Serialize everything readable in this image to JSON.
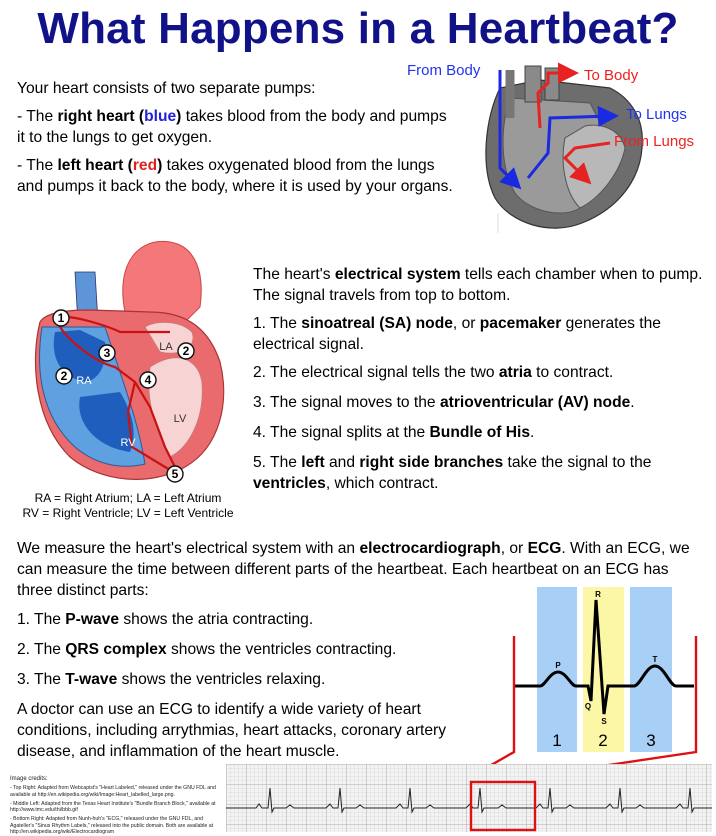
{
  "title": "What Happens in a Heartbeat?",
  "intro": {
    "lead": "Your heart consists of two separate pumps:",
    "right_prefix": "- The ",
    "right_term": "right heart",
    "right_paren_open": " (",
    "right_color": "blue",
    "right_paren_close": ")",
    "right_rest": " takes blood from the body and pumps it to the lungs to get oxygen.",
    "left_prefix": "- The ",
    "left_term": "left heart",
    "left_paren_open": " (",
    "left_color": "red",
    "left_paren_close": ")",
    "left_rest": " takes oxygenated blood from the lungs and pumps it back to the body, where it is used by your organs."
  },
  "flow_labels": {
    "from_body": "From Body",
    "to_body": "To Body",
    "to_lungs": "To Lungs",
    "from_lungs": "From Lungs"
  },
  "anatomy": {
    "chamber_labels": [
      "RA",
      "LA",
      "LV",
      "RV"
    ],
    "markers": [
      "1",
      "2",
      "3",
      "4",
      "2",
      "5"
    ],
    "legend_line1": "RA = Right Atrium; LA = Left Atrium",
    "legend_line2": "RV = Right Ventricle; LV = Left Ventricle"
  },
  "electrical": {
    "intro_1": "The heart's ",
    "intro_term": "electrical system",
    "intro_2": " tells each chamber when to pump.  The signal travels from top to bottom.",
    "steps": [
      {
        "a": "1. The ",
        "b": "sinoatreal (SA) node",
        "c": ", or ",
        "d": "pacemaker",
        "e": " generates the electrical signal."
      },
      {
        "a": "2. The electrical signal tells the two ",
        "b": "atria",
        "c": " to contract."
      },
      {
        "a": "3. The signal moves to the ",
        "b": "atrioventricular (AV) node",
        "c": "."
      },
      {
        "a": "4. The signal splits at the ",
        "b": "Bundle of His",
        "c": "."
      },
      {
        "a": "5. The ",
        "b": "left",
        "c": " and ",
        "d": "right side branches",
        "e": " take the signal to the ",
        "f": "ventricles",
        "g": ", which contract."
      }
    ]
  },
  "ecg": {
    "intro_1": "We measure the heart's electrical system with an ",
    "intro_term1": "electrocardiograph",
    "intro_2": ", or ",
    "intro_term2": "ECG",
    "intro_3": ".  With an ECG, we can measure the time between different parts of the heartbeat.  Each heartbeat on an ECG has three distinct parts:",
    "parts": [
      {
        "a": "1. The ",
        "b": "P-wave",
        "c": " shows the atria contracting."
      },
      {
        "a": "2. The ",
        "b": "QRS complex",
        "c": " shows the ventricles contracting."
      },
      {
        "a": "3. The ",
        "b": "T-wave",
        "c": " shows the ventricles relaxing."
      }
    ],
    "conclusion": "A doctor can use an ECG to identify a wide variety of heart conditions, including arrythmias, heart attacks, coronary artery disease, and inflammation of the heart muscle.",
    "wave_labels": {
      "p": "P",
      "q": "Q",
      "r": "R",
      "s": "S",
      "t": "T"
    },
    "segment_numbers": [
      "1",
      "2",
      "3"
    ],
    "colors": {
      "band1": "#a8cff5",
      "band2": "#fbf7a6",
      "band3": "#a8cff5",
      "frame": "#dd1111"
    }
  },
  "credits": {
    "heading": "Image credits:",
    "lines": [
      "- Top Right: Adapted from Webcapist's \"Heart Labeled,\" released under the GNU FDL and available at http://en.wikipedia.org/wiki/Image:Heart_labelled_large.png.",
      "- Middle Left: Adapted from the Texas Heart Institute's \"Bundle Branch Block,\" available at http://www.tmc.edu/thi/bbb.gif",
      "- Bottom Right: Adapted from Nunh-huh's \"ECG,\" released under the GNU FDL, and Agateller's \"Sinus Rhythm Labels,\" released into the public domain.  Both are available at http://en.wikipedia.org/wiki/Electrocardiogram"
    ]
  }
}
